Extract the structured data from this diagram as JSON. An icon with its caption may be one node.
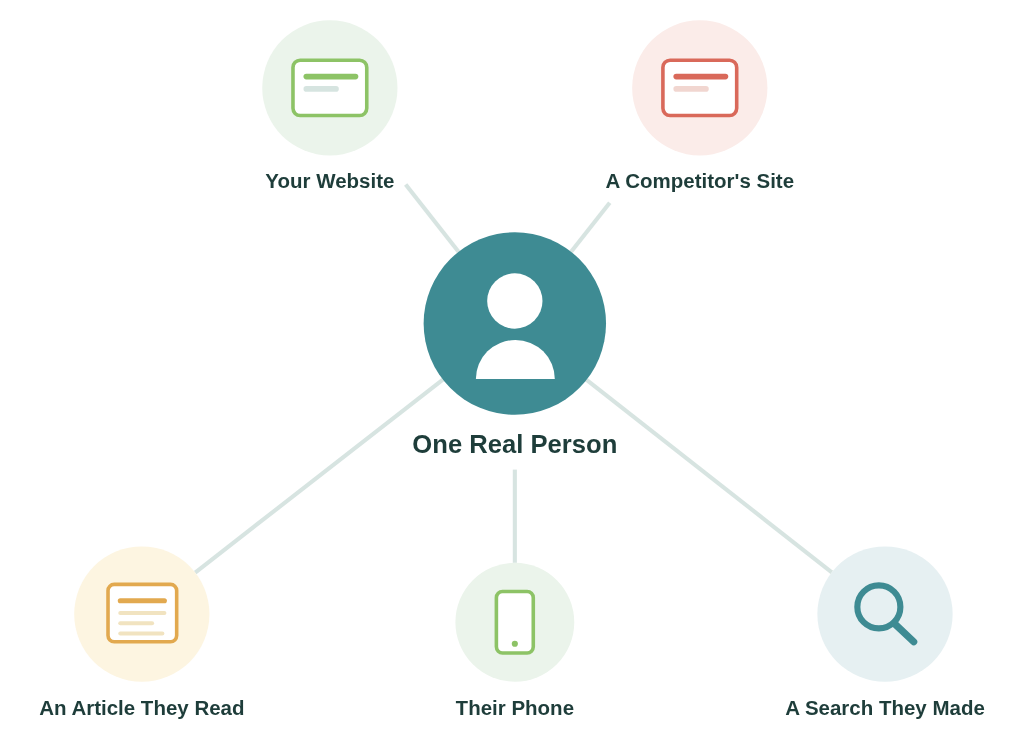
{
  "diagram": {
    "nodes": [
      {
        "text": [
          "Your Website"
        ]
      },
      {
        "text": [
          "A Competitor's Site"
        ]
      },
      {
        "text": [
          "One Real Person"
        ]
      },
      {
        "text": [
          "An Article They Read"
        ]
      },
      {
        "text": [
          "A Search They Made"
        ]
      },
      {
        "text": [
          "Their Phone"
        ]
      }
    ],
    "edges": [
      {
        "from": 0,
        "to": 2,
        "arrow": "none"
      },
      {
        "from": 1,
        "to": 2,
        "arrow": "none"
      },
      {
        "from": 2,
        "to": 3,
        "arrow": "none"
      },
      {
        "from": 2,
        "to": 5,
        "arrow": "none"
      },
      {
        "from": 2,
        "to": 4,
        "arrow": "none"
      }
    ]
  }
}
